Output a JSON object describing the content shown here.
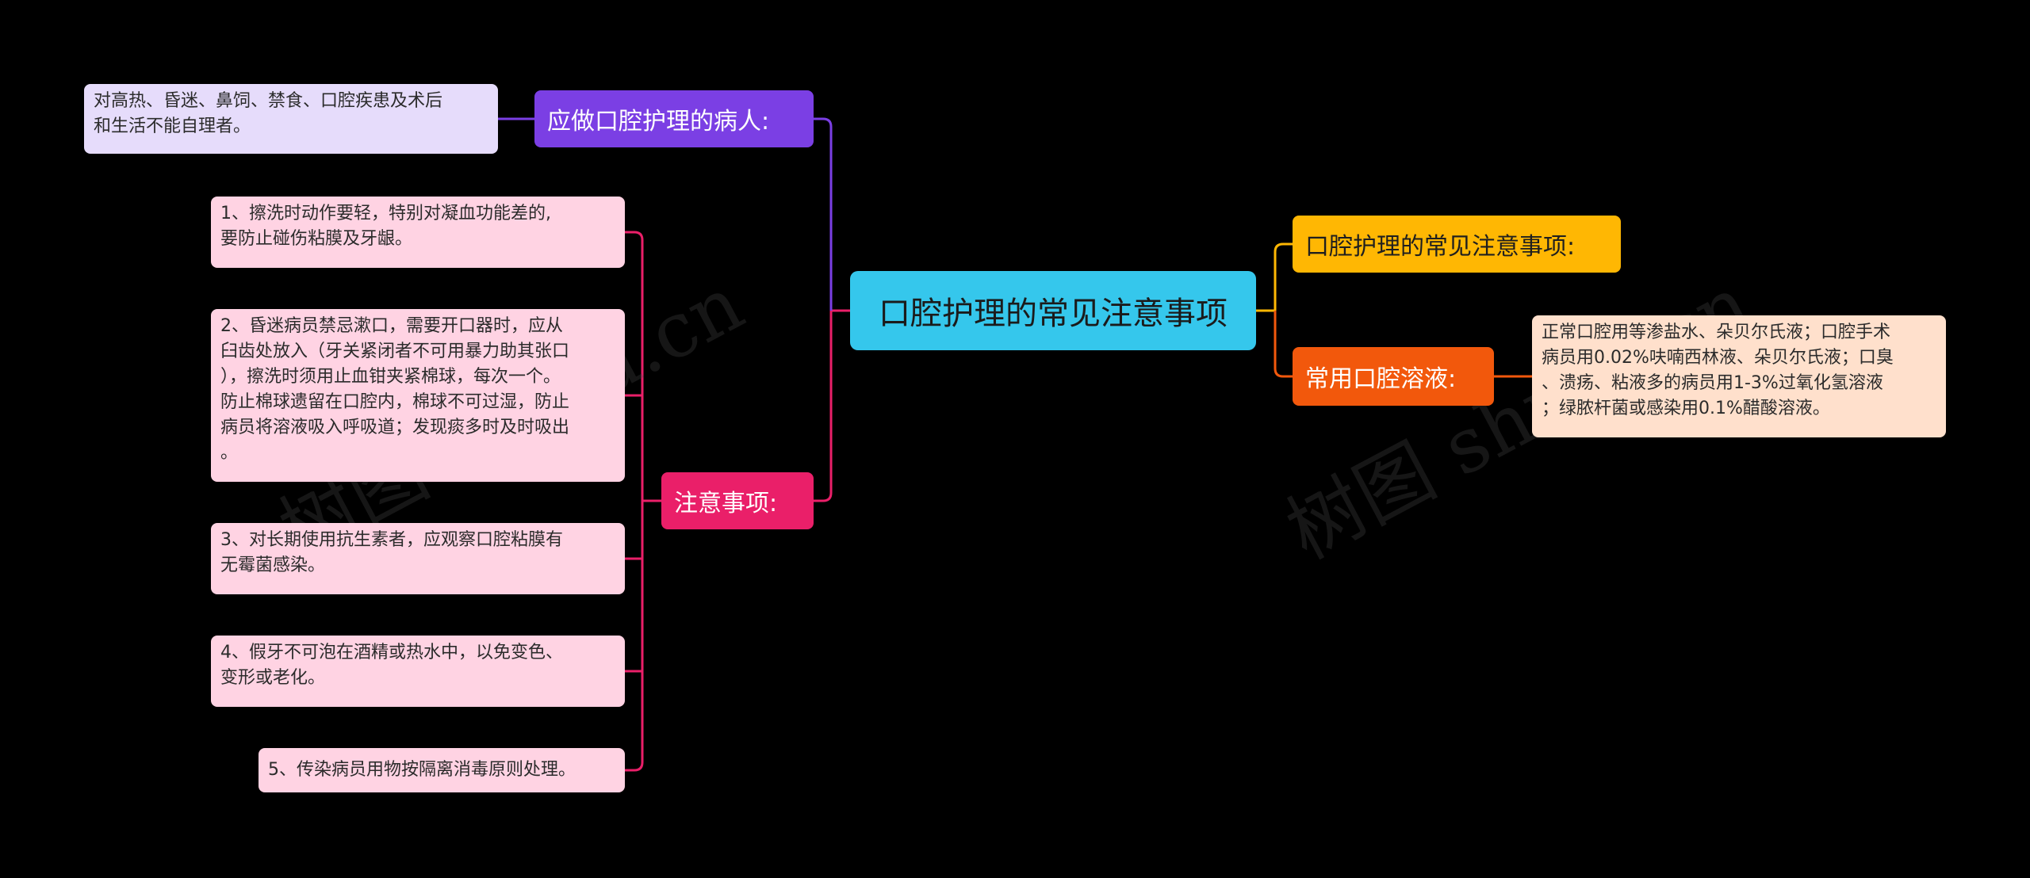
{
  "root": {
    "label": "口腔护理的常见注意事项",
    "color": "#35c7ec"
  },
  "branches": {
    "patients": {
      "label": "应做口腔护理的病人:",
      "color": "#7b3fe4",
      "leaf_color": "#e6dcfb",
      "leaves": [
        "对高热、昏迷、鼻饲、禁食、口腔疾患及术后\n和生活不能自理者。"
      ]
    },
    "notes": {
      "label": "注意事项:",
      "color": "#ea1f69",
      "leaf_color": "#ffd3e3",
      "leaves": [
        "1、擦洗时动作要轻，特别对凝血功能差的,\n要防止碰伤粘膜及牙龈。",
        "2、昏迷病员禁忌漱口，需要开口器时，应从\n臼齿处放入（牙关紧闭者不可用暴力助其张口\n），擦洗时须用止血钳夹紧棉球，每次一个。\n防止棉球遗留在口腔内，棉球不可过湿，防止\n病员将溶液吸入呼吸道；发现痰多时及时吸出\n。",
        "3、对长期使用抗生素者，应观察口腔粘膜有\n无霉菌感染。",
        "4、假牙不可泡在酒精或热水中，以免变色、\n变形或老化。",
        "5、传染病员用物按隔离消毒原则处理。"
      ]
    },
    "common": {
      "label": "口腔护理的常见注意事项:",
      "color": "#ffb703"
    },
    "solutions": {
      "label": "常用口腔溶液:",
      "color": "#f2580c",
      "leaf_color": "#ffe0cc",
      "leaves": [
        "正常口腔用等渗盐水、朵贝尔氏液；口腔手术\n病员用0.02%呋喃西林液、朵贝尔氏液；口臭\n、溃疡、粘液多的病员用1-3%过氧化氢溶液\n；绿脓杆菌或感染用0.1%醋酸溶液。"
      ]
    }
  },
  "watermark": [
    "树图 shutu.cn",
    "树图 shutu.cn"
  ]
}
